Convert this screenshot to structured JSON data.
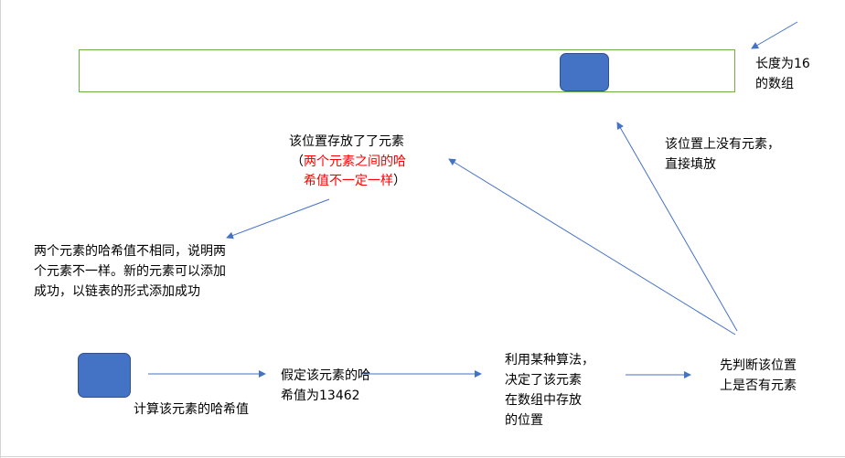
{
  "labels": {
    "array_len": [
      "长度为16",
      "的数组"
    ],
    "empty_slot": [
      "该位置上没有元素，",
      "直接填放"
    ],
    "occupied_title": "该位置存放了了元素",
    "occupied_note_open": "（",
    "occupied_note_red_1": "两个元素之间的哈",
    "occupied_note_red_2": "希值不一定一样",
    "occupied_note_close": "）",
    "hash_diff": [
      "两个元素的哈希值不相同，说明两",
      "个元素不一样。新的元素可以添加",
      "成功，以链表的形式添加成功"
    ],
    "compute_hash": "计算该元素的哈希值",
    "assume_hash": [
      "假定该元素的哈",
      "希值为13462"
    ],
    "algorithm": [
      "利用某种算法，",
      "决定了该元素",
      "在数组中存放",
      "的位置"
    ],
    "check_slot": [
      "先判断该位置",
      "上是否有元素"
    ]
  },
  "colors": {
    "arrow": "#4472c4",
    "box_fill": "#4472c4",
    "array_border": "#70ad47",
    "highlight": "#ff0000"
  }
}
